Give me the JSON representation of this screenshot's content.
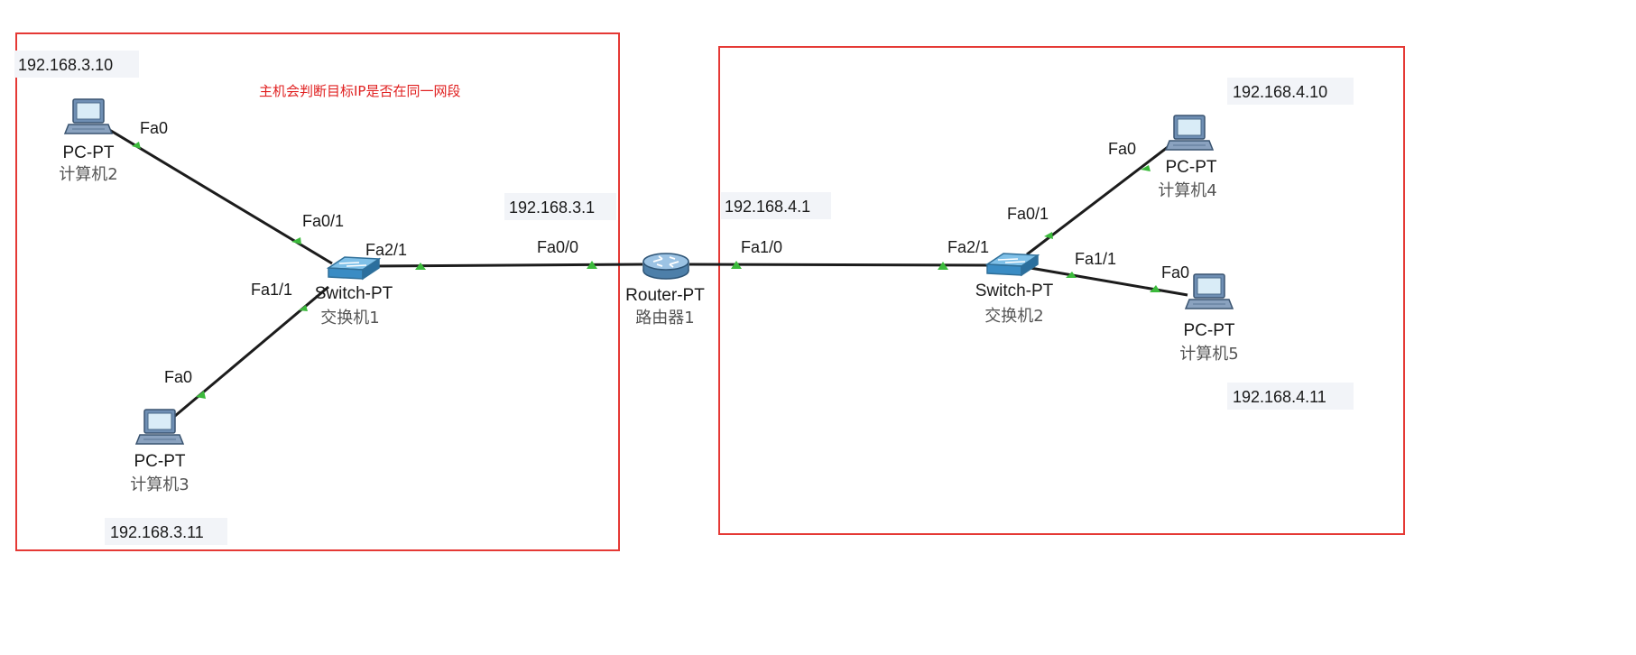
{
  "note": "主机会判断目标IP是否在同一网段",
  "colors": {
    "zone_border": "#e53935",
    "note": "#e02020",
    "link": "#1c1c1c",
    "port_indicator": "#3cba3c"
  },
  "devices": {
    "pc2": {
      "type": "PC-PT",
      "name": "计算机2",
      "ip": "192.168.3.10",
      "port": "Fa0",
      "icon": "pc-icon"
    },
    "pc3": {
      "type": "PC-PT",
      "name": "计算机3",
      "ip": "192.168.3.11",
      "port": "Fa0",
      "icon": "pc-icon"
    },
    "pc4": {
      "type": "PC-PT",
      "name": "计算机4",
      "ip": "192.168.4.10",
      "port": "Fa0",
      "icon": "pc-icon"
    },
    "pc5": {
      "type": "PC-PT",
      "name": "计算机5",
      "ip": "192.168.4.11",
      "port": "Fa0",
      "icon": "pc-icon"
    },
    "switch1": {
      "type": "Switch-PT",
      "name": "交换机1",
      "ports": {
        "to_pc2": "Fa0/1",
        "to_pc3": "Fa1/1",
        "uplink": "Fa2/1"
      },
      "icon": "switch-icon"
    },
    "switch2": {
      "type": "Switch-PT",
      "name": "交换机2",
      "ports": {
        "to_pc4": "Fa0/1",
        "to_pc5": "Fa1/1",
        "uplink": "Fa2/1"
      },
      "icon": "switch-icon"
    },
    "router1": {
      "type": "Router-PT",
      "name": "路由器1",
      "ports": {
        "left": "Fa0/0",
        "right": "Fa1/0"
      },
      "ips": {
        "left": "192.168.3.1",
        "right": "192.168.4.1"
      },
      "icon": "router-icon"
    }
  }
}
